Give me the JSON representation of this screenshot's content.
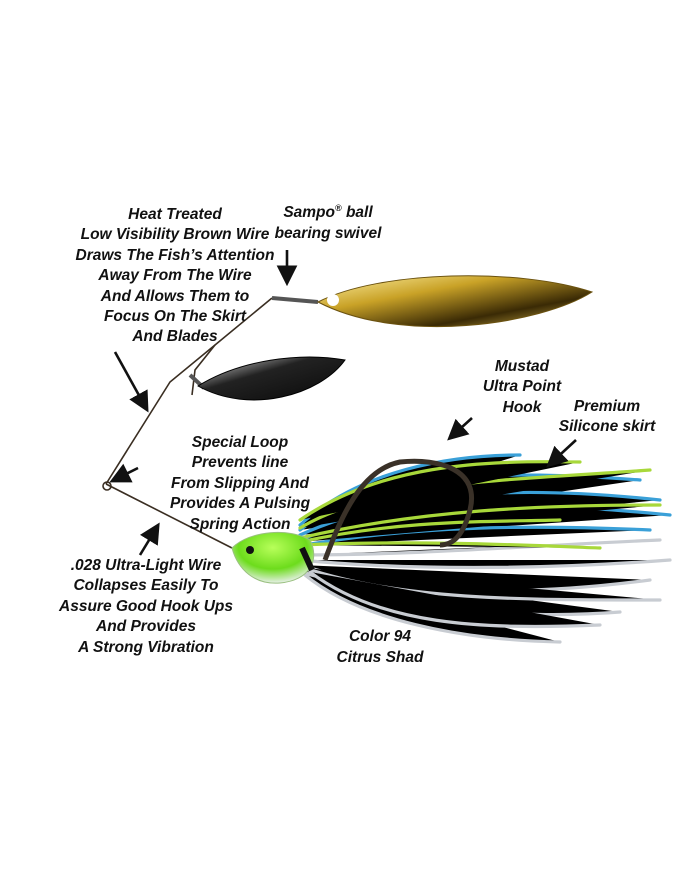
{
  "callouts": {
    "wire": {
      "lines": [
        "Heat Treated",
        "Low Visibility Brown Wire",
        "Draws The Fish’s Attention",
        "Away From The Wire",
        "And Allows Them to",
        "Focus On The Skirt",
        "And Blades"
      ]
    },
    "swivel": {
      "brand": "Sampo",
      "mark": "®",
      "line1_rest": " ball",
      "line2": "bearing swivel"
    },
    "hook": {
      "lines": [
        "Mustad",
        "Ultra Point",
        "Hook"
      ]
    },
    "skirt": {
      "lines": [
        "Premium",
        "Silicone skirt"
      ]
    },
    "loop": {
      "lines": [
        "Special Loop",
        "Prevents line",
        "From Slipping And",
        "Provides A Pulsing",
        "Spring Action"
      ]
    },
    "ultralight": {
      "lines": [
        ".028 Ultra-Light Wire",
        "Collapses Easily To",
        "Assure Good Hook Ups",
        "And Provides",
        "A Strong Vibration"
      ]
    },
    "color": {
      "lines": [
        "Color 94",
        "Citrus Shad"
      ]
    }
  },
  "colors": {
    "gold_blade": "#c9a227",
    "silver_blade": "#2b2b2b",
    "head_green": "#7ee02a",
    "skirt_blue": "#3aa0d8",
    "skirt_green": "#a8d83a",
    "skirt_silver": "#c8ccd2"
  }
}
